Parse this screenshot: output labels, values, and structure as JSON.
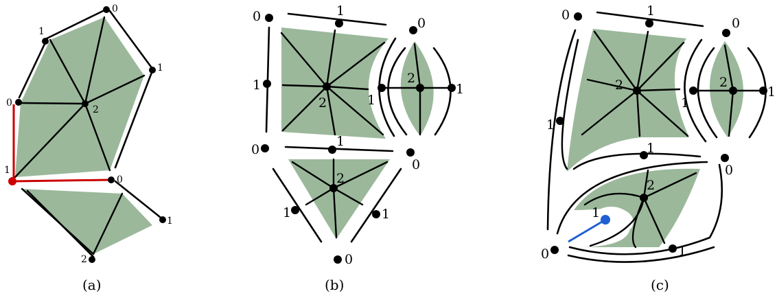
{
  "panels": {
    "a": {
      "caption": "(a)",
      "labels": {
        "top": "0",
        "upper_left": "1",
        "right": "1",
        "left_mid": "0",
        "center": "2",
        "red_corner": "1",
        "hinge": "0",
        "lower_right": "1",
        "bottom": "2"
      }
    },
    "b": {
      "caption": "(b)",
      "labels": {
        "top_left": "0",
        "top_mid": "1",
        "left_mid": "1",
        "center": "2",
        "gap_right": "1",
        "lens_top": "0",
        "lens_center": "2",
        "lens_right": "1",
        "tri_left": "0",
        "tri_top": "1",
        "tri_right": "0",
        "tri_center": "2",
        "tri_lower_left": "1",
        "tri_lower_right": "1",
        "tri_bottom": "0"
      }
    },
    "c": {
      "caption": "(c)",
      "labels": {
        "top_left": "0",
        "top_mid": "1",
        "center": "2",
        "gap_right": "1",
        "lens_top": "0",
        "lens_center": "2",
        "lens_right": "1",
        "left_mid": "1",
        "mid_label": "1",
        "right_zero": "0",
        "lower_center": "2",
        "blue_vertex": "1",
        "bottom_left": "0",
        "bottom_right": "1"
      }
    }
  },
  "colors": {
    "face_fill": "#9bb89b",
    "highlight_red": "#cc0000",
    "highlight_blue": "#1f5fd1",
    "stroke": "#000000"
  }
}
